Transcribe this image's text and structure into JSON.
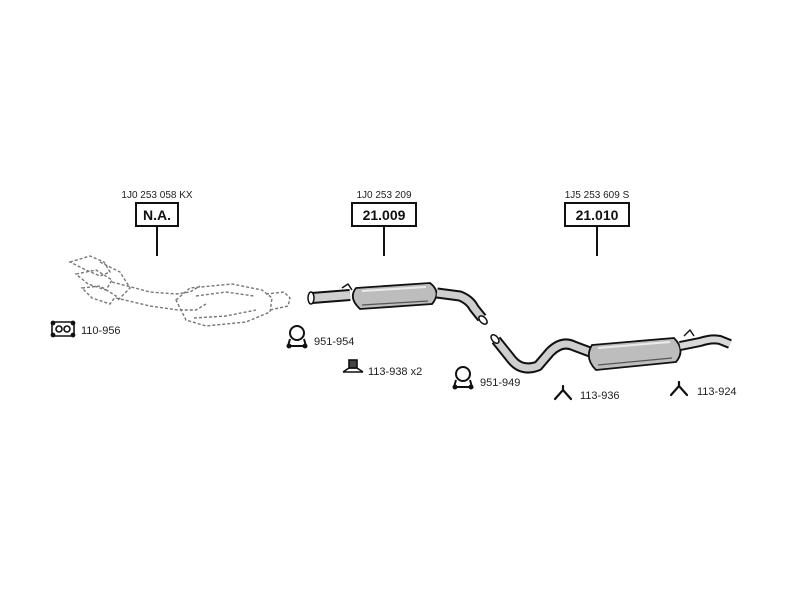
{
  "components": [
    {
      "oem": "1J0 253 058 KX",
      "label": "N.A."
    },
    {
      "oem": "1J0 253 209",
      "label": "21.009"
    },
    {
      "oem": "1J5 253 609 S",
      "label": "21.010"
    }
  ],
  "hardware": [
    {
      "label": "110-956",
      "icon": "gasket-icon"
    },
    {
      "label": "951-954",
      "icon": "clamp-icon"
    },
    {
      "label": "113-938 x2",
      "icon": "mounting-bracket-icon"
    },
    {
      "label": "951-949",
      "icon": "clamp-icon"
    },
    {
      "label": "113-936",
      "icon": "rubber-hanger-icon"
    },
    {
      "label": "113-924",
      "icon": "rubber-hanger-icon"
    }
  ]
}
